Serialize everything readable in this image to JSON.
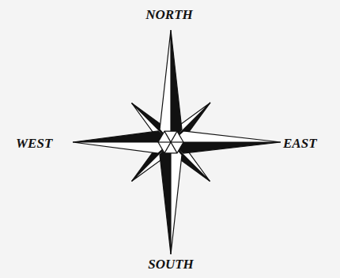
{
  "diagram": {
    "labels": [
      "NORTH",
      "WEST",
      "EAST",
      "SOUTH"
    ]
  }
}
